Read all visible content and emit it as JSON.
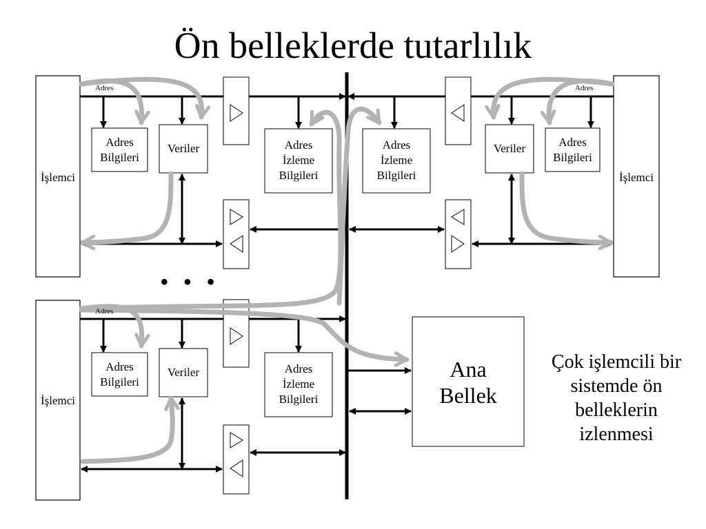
{
  "title": "Ön belleklerde tutarlılık",
  "processor_label": "İşlemci",
  "address_label": "Adres",
  "address_info": [
    "Adres",
    "Bilgileri"
  ],
  "data_label": "Veriler",
  "snoop_info": [
    "Adres",
    "İzleme",
    "Bilgileri"
  ],
  "main_memory": [
    "Ana",
    "Bellek"
  ],
  "ellipsis": "• • •",
  "caption": [
    "Çok işlemcili bir",
    "sistemde ön",
    "belleklerin",
    "izlenmesi"
  ],
  "colors": {
    "line": "#000000",
    "flow_arrow": "#b3b3b3",
    "background": "#ffffff"
  }
}
